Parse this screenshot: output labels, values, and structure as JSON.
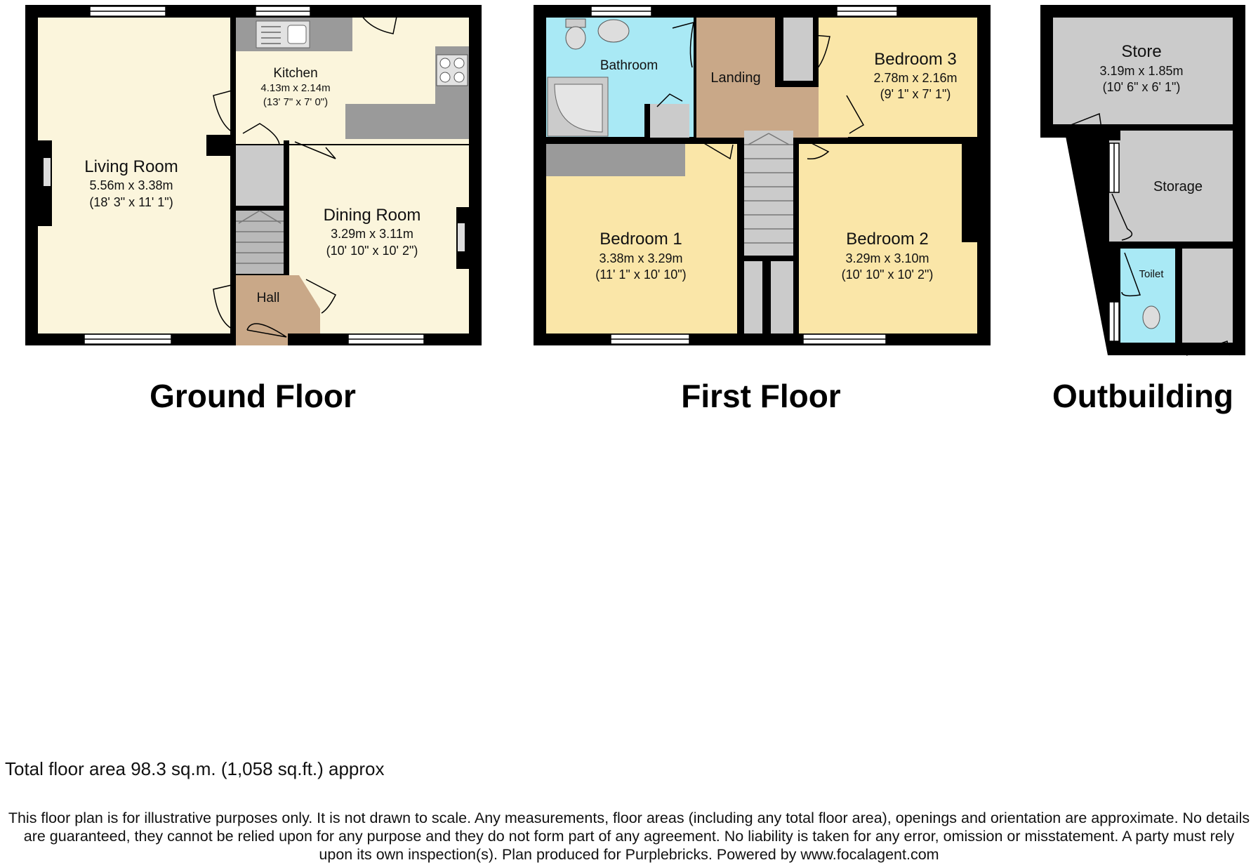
{
  "floors": [
    {
      "title": "Ground Floor",
      "rooms": [
        {
          "name": "Living Room",
          "dims": "5.56m x 3.38m",
          "imperial": "(18' 3\" x 11' 1\")"
        },
        {
          "name": "Kitchen",
          "dims": "4.13m x 2.14m",
          "imperial": "(13' 7\" x 7' 0\")"
        },
        {
          "name": "Dining Room",
          "dims": "3.29m x 3.11m",
          "imperial": "(10' 10\" x 10' 2\")"
        },
        {
          "name": "Hall"
        }
      ]
    },
    {
      "title": "First Floor",
      "rooms": [
        {
          "name": "Bathroom"
        },
        {
          "name": "Landing"
        },
        {
          "name": "Bedroom 3",
          "dims": "2.78m x 2.16m",
          "imperial": "(9' 1\" x 7' 1\")"
        },
        {
          "name": "Bedroom 1",
          "dims": "3.38m x 3.29m",
          "imperial": "(11' 1\" x 10' 10\")"
        },
        {
          "name": "Bedroom 2",
          "dims": "3.29m x 3.10m",
          "imperial": "(10' 10\" x 10' 2\")"
        }
      ]
    },
    {
      "title": "Outbuilding",
      "rooms": [
        {
          "name": "Store",
          "dims": "3.19m x 1.85m",
          "imperial": "(10' 6\" x 6' 1\")"
        },
        {
          "name": "Storage"
        },
        {
          "name": "Toilet"
        }
      ]
    }
  ],
  "total_area": "Total floor area 98.3 sq.m. (1,058 sq.ft.) approx",
  "disclaimer": "This floor plan is for illustrative purposes only. It is not drawn to scale. Any measurements, floor areas (including any total floor area), openings and orientation are approximate. No details are guaranteed, they cannot be relied upon for any purpose and they do not form part of any agreement. No liability is taken for any error, omission or misstatement. A party must rely upon its own inspection(s). Plan produced for Purplebricks. Powered by www.focalagent.com",
  "colors": {
    "wall": "#000000",
    "living_room": "#fbf5dc",
    "bedroom": "#fae6a8",
    "bathroom": "#a9e9f5",
    "hall": "#c9a888",
    "store": "#cbcbcb",
    "counter": "#9a9a9a"
  }
}
